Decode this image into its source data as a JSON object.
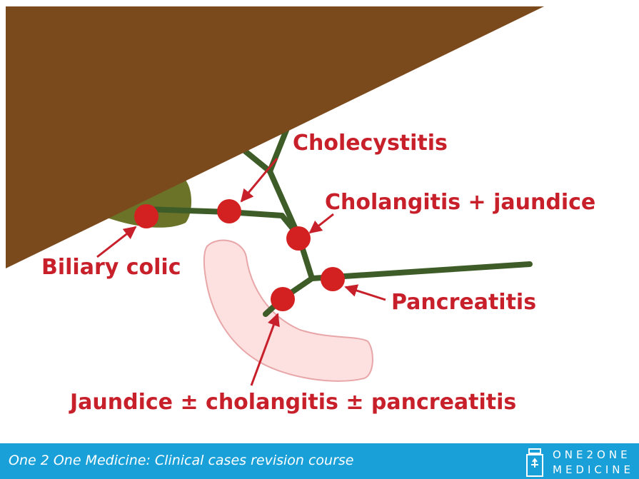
{
  "labels": {
    "cholecystitis": "Cholecystitis",
    "cholangitis": "Cholangitis + jaundice",
    "biliary_colic": "Biliary colic",
    "pancreatitis": "Pancreatitis",
    "jaundice": "Jaundice ± cholangitis ± pancreatitis"
  },
  "footer": {
    "course_title": "One 2 One Medicine: Clinical cases revision course",
    "logo_line1": "ONE2ONE",
    "logo_line2": "MEDICINE"
  },
  "colors": {
    "liver": "#7b4a1c",
    "gallbladder": "#6b7328",
    "bile_duct": "#3e5c28",
    "pancreas_fill": "#fde0e0",
    "pancreas_stroke": "#e8a6a8",
    "marker": "#d32121",
    "label_text": "#c8202a",
    "footer_bg": "#1aa0d8"
  }
}
